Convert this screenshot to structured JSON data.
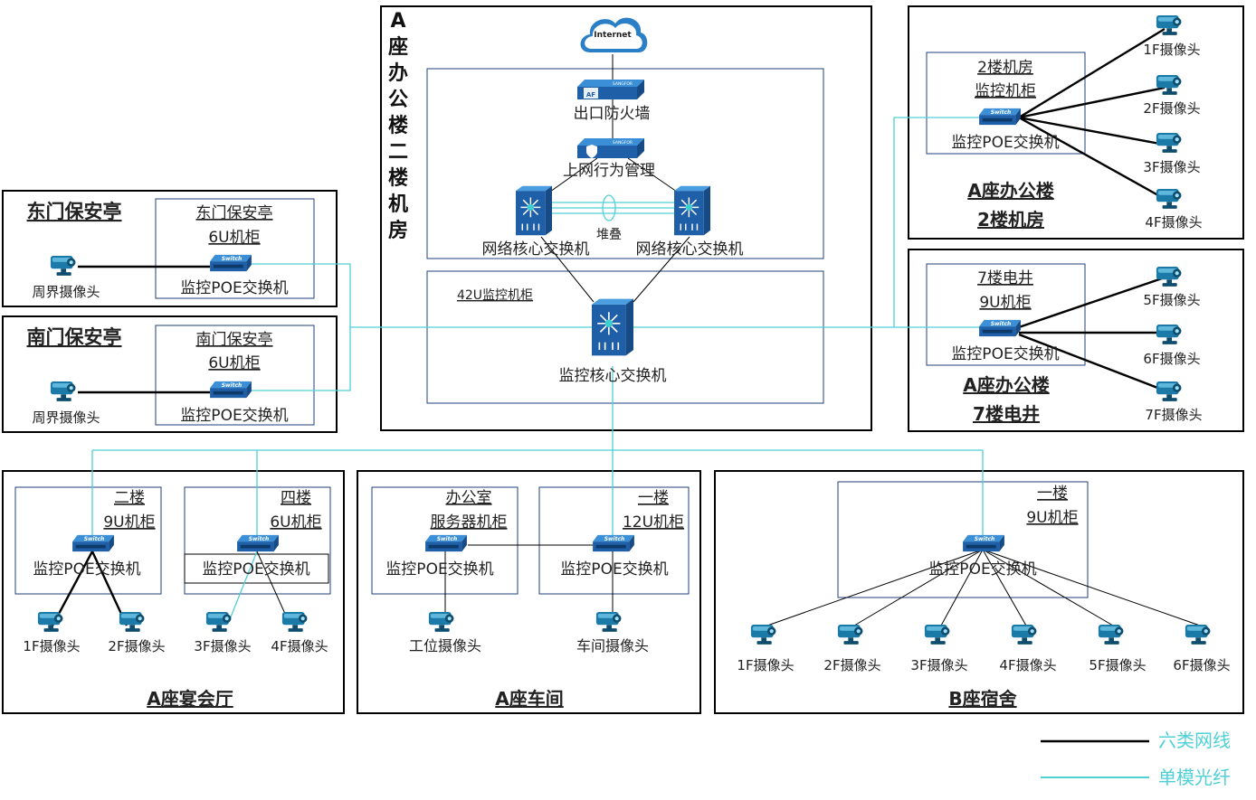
{
  "internet": "Internet",
  "switch_badge": "Switch",
  "af_badge": "AF",
  "brand_badge": "SANGFOR",
  "core_room": {
    "title": [
      "A",
      "座",
      "办",
      "公",
      "楼",
      "二",
      "楼",
      "机",
      "房"
    ],
    "firewall": "出口防火墙",
    "behavior": "上网行为管理",
    "core_switch_left": "网络核心交换机",
    "core_switch_right": "网络核心交换机",
    "stack": "堆叠",
    "cabinet_42u": "42U监控机柜",
    "monitor_core": "监控核心交换机"
  },
  "east_gate": {
    "title": "东门保安亭",
    "cabinet_l1": "东门保安亭",
    "cabinet_l2": "6U机柜",
    "switch": "监控POE交换机",
    "camera": "周界摄像头"
  },
  "south_gate": {
    "title": "南门保安亭",
    "cabinet_l1": "南门保安亭",
    "cabinet_l2": "6U机柜",
    "switch": "监控POE交换机",
    "camera": "周界摄像头"
  },
  "a_2f_room": {
    "title_l1": "A座办公楼",
    "title_l2": "2楼机房",
    "cabinet_l1": "2楼机房",
    "cabinet_l2": "监控机柜",
    "switch": "监控POE交换机",
    "cameras": [
      "1F摄像头",
      "2F摄像头",
      "3F摄像头",
      "4F摄像头"
    ]
  },
  "a_7f_well": {
    "title_l1": "A座办公楼",
    "title_l2": "7楼电井",
    "cabinet_l1": "7楼电井",
    "cabinet_l2": "9U机柜",
    "switch": "监控POE交换机",
    "cameras": [
      "5F摄像头",
      "6F摄像头",
      "7F摄像头"
    ]
  },
  "banquet": {
    "title": "A座宴会厅",
    "cab1_l1": "二楼",
    "cab1_l2": "9U机柜",
    "cab2_l1": "四楼",
    "cab2_l2": "6U机柜",
    "switch1": "监控POE交换机",
    "switch2": "监控POE交换机",
    "cameras": [
      "1F摄像头",
      "2F摄像头",
      "3F摄像头",
      "4F摄像头"
    ]
  },
  "workshop": {
    "title": "A座车间",
    "cab1_l1": "办公室",
    "cab1_l2": "服务器机柜",
    "cab2_l1": "一楼",
    "cab2_l2": "12U机柜",
    "switch1": "监控POE交换机",
    "switch2": "监控POE交换机",
    "camera1": "工位摄像头",
    "camera2": "车间摄像头"
  },
  "dorm": {
    "title": "B座宿舍",
    "cab_l1": "一楼",
    "cab_l2": "9U机柜",
    "switch": "监控POE交换机",
    "cameras": [
      "1F摄像头",
      "2F摄像头",
      "3F摄像头",
      "4F摄像头",
      "5F摄像头",
      "6F摄像头"
    ]
  },
  "legend": {
    "cat6": "六类网线",
    "fiber": "单模光纤"
  },
  "colors": {
    "fiber": "#4fd0d6",
    "cat6": "#000000",
    "device_blue": "#1f5fa8",
    "inner_box": "#1f3f7a"
  }
}
